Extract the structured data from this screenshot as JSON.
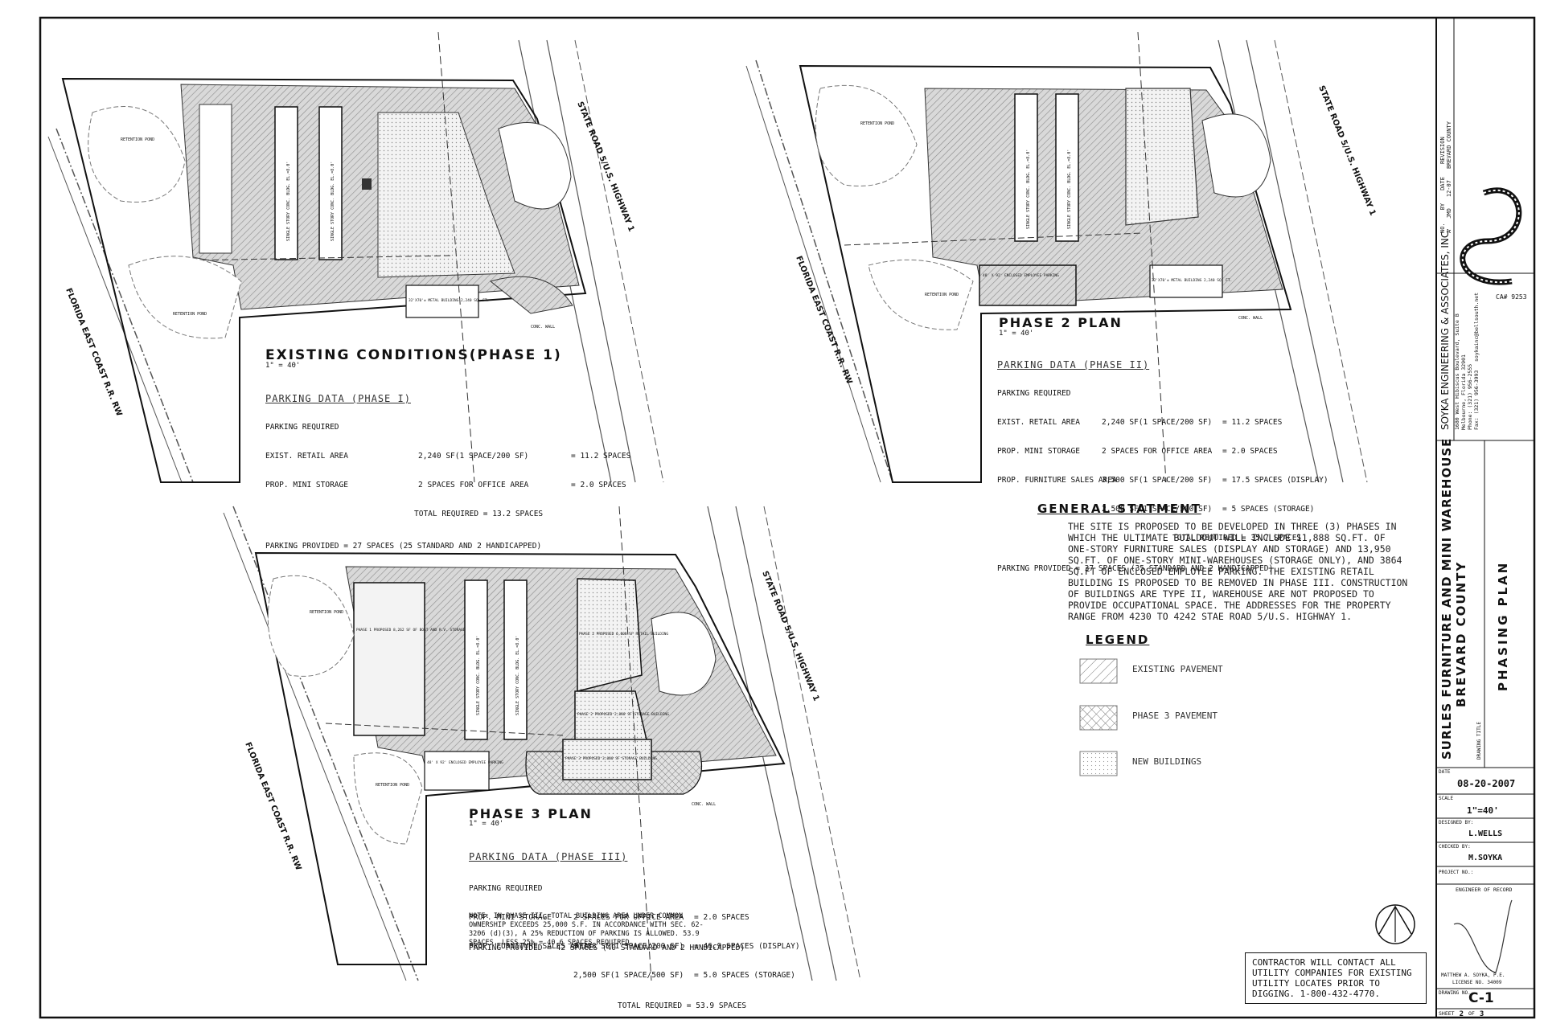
{
  "plans": {
    "phase1": {
      "title": "EXISTING CONDITIONS(PHASE 1)",
      "scale": "1\" = 40'",
      "data_heading": "PARKING DATA (PHASE I)",
      "required": "PARKING REQUIRED",
      "rows": [
        {
          "label": "EXIST. RETAIL AREA",
          "calc": "2,240 SF(1 SPACE/200 SF)",
          "result": "= 11.2 SPACES"
        },
        {
          "label": "PROP. MINI STORAGE",
          "calc": "2 SPACES FOR OFFICE AREA",
          "result": "= 2.0 SPACES"
        }
      ],
      "total": "TOTAL REQUIRED = 13.2 SPACES",
      "provided": "PARKING PROVIDED = 27 SPACES (25 STANDARD AND 2 HANDICAPPED)"
    },
    "phase2": {
      "title": "PHASE 2 PLAN",
      "scale": "1\" = 40'",
      "data_heading": "PARKING DATA (PHASE II)",
      "required": "PARKING REQUIRED",
      "rows": [
        {
          "label": "EXIST. RETAIL AREA",
          "calc": "2,240 SF(1 SPACE/200 SF)",
          "result": "= 11.2 SPACES"
        },
        {
          "label": "PROP. MINI STORAGE",
          "calc": "2 SPACES FOR OFFICE AREA",
          "result": "= 2.0 SPACES"
        },
        {
          "label": "PROP. FURNITURE SALES AREA",
          "calc": "3,500 SF(1 SPACE/200 SF)",
          "result": "= 17.5 SPACES (DISPLAY)"
        },
        {
          "label": "",
          "calc": "2,500 SF(1 SPACE/500 SF)",
          "result": "= 5 SPACES (STORAGE)"
        }
      ],
      "total": "TOTAL REQUIRED = 35.7 SPACES",
      "provided": "PARKING PROVIDED = 37 SPACES (35 STANDARD AND 2 HANDICAPPED)"
    },
    "phase3": {
      "title": "PHASE 3 PLAN",
      "scale": "1\" = 40'",
      "data_heading": "PARKING DATA (PHASE III)",
      "required": "PARKING REQUIRED",
      "rows": [
        {
          "label": "PROP. MINI STORAGE",
          "calc": "2 SPACES FOR OFFICE AREA",
          "result": "= 2.0 SPACES"
        },
        {
          "label": "PROP. FURNITURE SALES AREA",
          "calc": "9,388 SF(1 SPACE/200 SF)",
          "result": "= 46.9 SPACES (DISPLAY)"
        },
        {
          "label": "",
          "calc": "2,500 SF(1 SPACE/500 SF)",
          "result": "= 5.0 SPACES (STORAGE)"
        }
      ],
      "total": "TOTAL REQUIRED = 53.9 SPACES",
      "note": "NOTE: IN PHASE III, TOTAL BUILDING AREA UNDER COMMON OWNERSHIP EXCEEDS 25,000 S.F. IN ACCORDANCE WITH SEC. 62-3206 (d)(3), A 25% REDUCTION OF PARKING IS ALLOWED. 53.9 SPACES, LESS 25% = 40.6 SPACES REQUIRED",
      "provided": "PARKING PROVIDED = 42 SPACES (40 STANDARD AND 2 HANDICAPPED)"
    }
  },
  "map_labels": {
    "railroad": "FLORIDA EAST COAST R.R. RW",
    "highway": "STATE ROAD 5/U.S. HIGHWAY 1",
    "pond": "RETENTION POND",
    "metal_building": "32'X70'± METAL BUILDING 2,240 SQ. FT.",
    "mini_storage_a": "SINGLE STORY CONC. BLDG. EL.=8.0'",
    "mini_storage_b": "SINGLE STORY CONC. BLDG. EL.=8.0'",
    "employee_parking": "48' X 92' ENCLOSED EMPLOYEE PARKING",
    "phase1_building": "PHASE 1 PROPOSED 8,262 SF OF BOAT AND R.V. STORAGE",
    "phase2_retail": "PHASE 2 PROPOSED 6,000 SF RETAIL BUILDING",
    "phase2_storage": "PHASE 2 PROPOSED 2,888 SF STORAGE BUILDING",
    "phase3_storage": "PHASE 3 PROPOSED 3,000 SF STORAGE BUILDING",
    "conc_wall": "CONC. WALL"
  },
  "general_statement": {
    "title": "GENERAL STATMENT",
    "text": "THE SITE IS PROPOSED TO BE DEVELOPED IN THREE (3) PHASES IN WHICH THE ULTIMATE BUILDOUT WILL INCLUDE 11,888 SQ.FT. OF ONE-STORY FURNITURE SALES (DISPLAY AND STORAGE) AND 13,950 SQ.FT. OF ONE-STORY MINI-WAREHOUSES (STORAGE ONLY), AND 3864 SQ.FT OF ENCLOSED EMPLOYEE PARKING. THE EXISTING RETAIL BUILDING IS PROPOSED TO BE REMOVED IN PHASE III. CONSTRUCTION OF BUILDINGS ARE TYPE II, WAREHOUSE ARE NOT PROPOSED TO PROVIDE OCCUPATIONAL SPACE. THE ADDRESSES FOR THE PROPERTY RANGE FROM 4230 TO 4242 STAE ROAD 5/U.S. HIGHWAY 1."
  },
  "legend": {
    "title": "LEGEND",
    "items": [
      {
        "label": "EXISTING PAVEMENT"
      },
      {
        "label": "PHASE 3 PAVEMENT"
      },
      {
        "label": "NEW BUILDINGS"
      }
    ]
  },
  "contractor_note": "CONTRACTOR WILL CONTACT ALL UTILITY COMPANIES FOR EXISTING UTILITY LOCATES PRIOR TO DIGGING. 1-800-432-4770.",
  "title_block": {
    "revision_headers": [
      "NO.",
      "BY",
      "DATE",
      "REVISION"
    ],
    "revision_row": [
      "A",
      "JMD",
      "12-07",
      "BREVARD COUNTY"
    ],
    "ca_number": "CA# 9253",
    "firm": "SOYKA ENGINEERING & ASSOCIATES, INC.",
    "address": [
      "1680 West Hibiscus Boulevard, Suite B",
      "Melbourne, Florida 32901",
      "Phone: (321) 956-2555",
      "Fax: (321) 956-3993"
    ],
    "email": "soykainc@bellsouth.net",
    "project_line1": "SURLES FURNITURE AND MINI WAREHOUSE",
    "project_line2": "BREVARD COUNTY",
    "drawing_title_label": "DRAWING TITLE",
    "drawing_title": "PHASING PLAN",
    "date_label": "DATE",
    "date": "08-20-2007",
    "scale_label": "SCALE",
    "scale": "1\"=40'",
    "designed_label": "DESIGNED BY:",
    "designed": "L.WELLS",
    "checked_label": "CHECKED BY:",
    "checked": "M.SOYKA",
    "project_no_label": "PROJECT NO.:",
    "engineer_label": "ENGINEER OF RECORD",
    "engineer_name": "MATTHEW A. SOYKA, P.E.",
    "license": "LICENSE NO. 34009",
    "drawing_no_label": "DRAWING NO.",
    "drawing_no": "C-1",
    "sheet_label": "SHEET",
    "sheet": "2",
    "of_label": "OF",
    "sheets_total": "3"
  }
}
